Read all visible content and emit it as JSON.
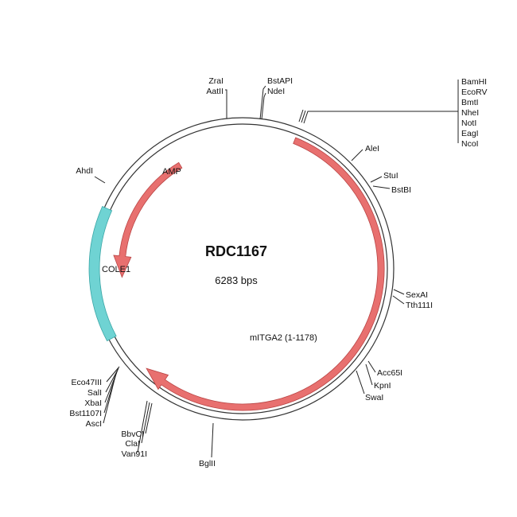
{
  "plasmid": {
    "name": "RDC1167",
    "size_label": "6283 bps"
  },
  "features": [
    {
      "label": "AMP",
      "color": "#e8706f",
      "direction": "ccw"
    },
    {
      "label": "mITGA2 (1-1178)",
      "color": "#e8706f",
      "direction": "cw"
    },
    {
      "label": "COLE1",
      "color": "#6fd3d3",
      "direction": "none"
    }
  ],
  "sites": [
    {
      "group": [
        "ZraI",
        "AatII"
      ]
    },
    {
      "group": [
        "BstAPI",
        "NdeI"
      ]
    },
    {
      "group": [
        "BamHI",
        "EcoRV",
        "BmtI",
        "NheI",
        "NotI",
        "EagI",
        "NcoI"
      ]
    },
    {
      "group": [
        "AleI"
      ]
    },
    {
      "group": [
        "StuI",
        "BstBI"
      ]
    },
    {
      "group": [
        "SexAI",
        "Tth111I"
      ]
    },
    {
      "group": [
        "Acc65I",
        "KpnI",
        "SwaI"
      ]
    },
    {
      "group": [
        "BglII"
      ]
    },
    {
      "group": [
        "BbvCI",
        "ClaI",
        "Van91I"
      ]
    },
    {
      "group": [
        "Eco47III",
        "SalI",
        "XbaI",
        "Bst1107I",
        "AscI"
      ]
    },
    {
      "group": [
        "AhdI"
      ]
    }
  ],
  "colors": {
    "backbone": "#333333",
    "resistance_arrow": "#e8706f",
    "insert_arrow": "#e8706f",
    "origin": "#6fd3d3"
  }
}
